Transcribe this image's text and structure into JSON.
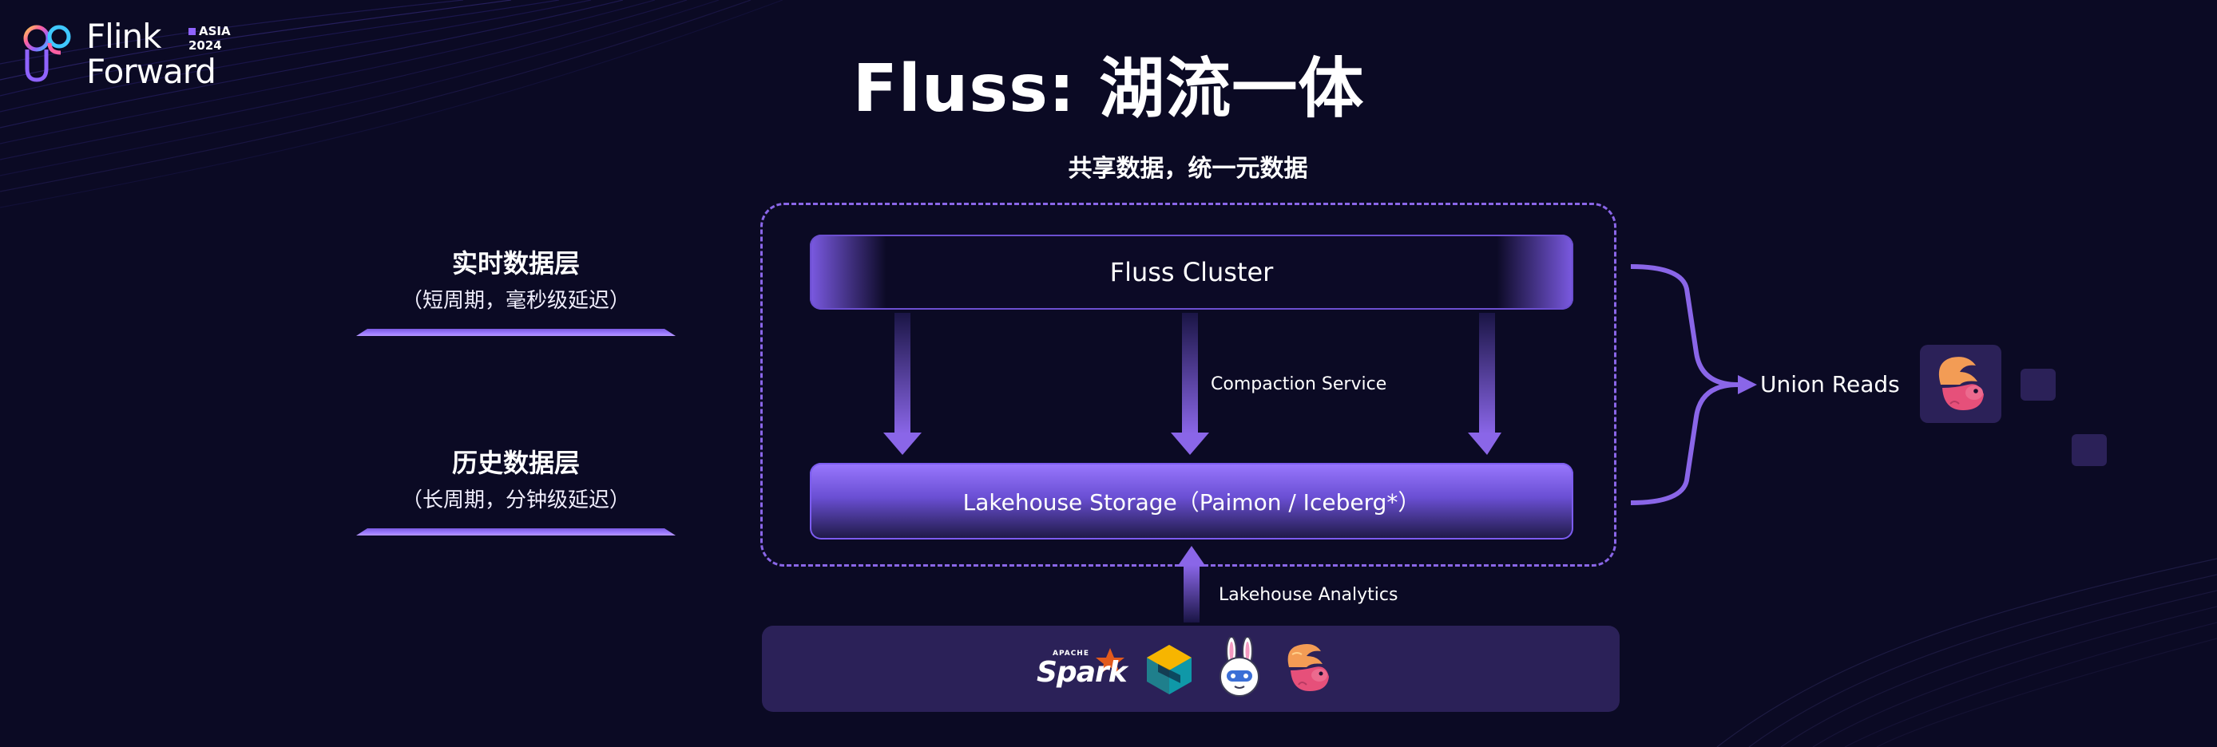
{
  "logo": {
    "line1": "Flink",
    "line2": "Forward",
    "badge_region": "ASIA",
    "badge_year": "2024"
  },
  "title": "Fluss: 湖流一体",
  "subtitle": "共享数据，统一元数据",
  "layers": [
    {
      "title": "实时数据层",
      "subtitle": "（短周期，毫秒级延迟）"
    },
    {
      "title": "历史数据层",
      "subtitle": "（长周期，分钟级延迟）"
    }
  ],
  "cluster_label": "Fluss Cluster",
  "compaction_label": "Compaction Service",
  "storage_label": "Lakehouse Storage（Paimon / Iceberg*）",
  "analytics_label": "Lakehouse Analytics",
  "union_reads_label": "Union Reads",
  "engines": {
    "spark_small": "APACHE",
    "spark_name": "Spark",
    "logos": [
      "spark-logo",
      "starrocks-logo",
      "trino-bunny-logo",
      "flink-squirrel-logo"
    ]
  },
  "colors": {
    "background": "#0b0a24",
    "accent": "#8a66e8",
    "accent_light": "#9d7cff",
    "engines_panel": "#2b2158"
  }
}
